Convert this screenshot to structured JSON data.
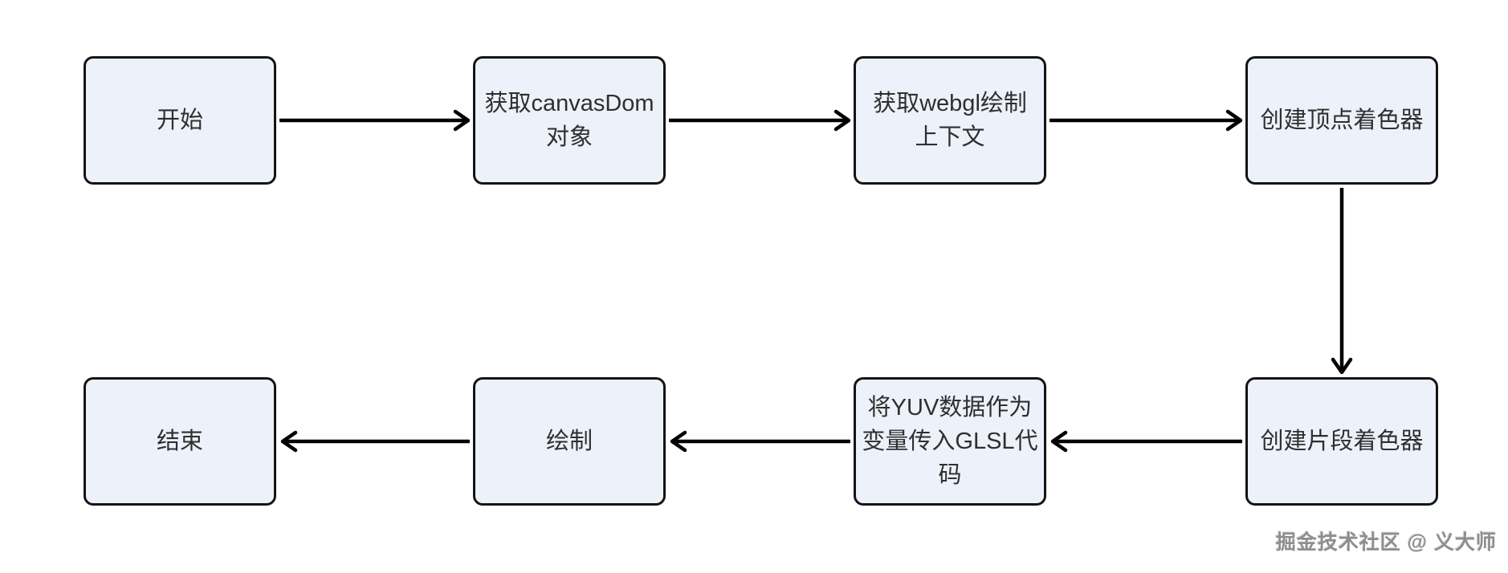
{
  "diagram": {
    "type": "flowchart",
    "nodes": [
      {
        "id": "start",
        "label": "开始"
      },
      {
        "id": "get-canvas-dom",
        "label": "获取canvasDom\n对象"
      },
      {
        "id": "get-webgl-context",
        "label": "获取webgl绘制\n上下文"
      },
      {
        "id": "create-vertex-shader",
        "label": "创建顶点着色器"
      },
      {
        "id": "create-fragment-shader",
        "label": "创建片段着色器"
      },
      {
        "id": "pass-yuv-to-glsl",
        "label": "将YUV数据作为\n变量传入GLSL代\n码"
      },
      {
        "id": "draw",
        "label": "绘制"
      },
      {
        "id": "end",
        "label": "结束"
      }
    ],
    "edges": [
      {
        "from": "start",
        "to": "get-canvas-dom",
        "direction": "right"
      },
      {
        "from": "get-canvas-dom",
        "to": "get-webgl-context",
        "direction": "right"
      },
      {
        "from": "get-webgl-context",
        "to": "create-vertex-shader",
        "direction": "right"
      },
      {
        "from": "create-vertex-shader",
        "to": "create-fragment-shader",
        "direction": "down"
      },
      {
        "from": "create-fragment-shader",
        "to": "pass-yuv-to-glsl",
        "direction": "left"
      },
      {
        "from": "pass-yuv-to-glsl",
        "to": "draw",
        "direction": "left"
      },
      {
        "from": "draw",
        "to": "end",
        "direction": "left"
      }
    ],
    "colors": {
      "node_fill": "#edf1f9",
      "node_border": "#141414",
      "arrow": "#000000",
      "text": "#2f2f2f",
      "background": "#ffffff",
      "watermark": "#8e8e8e"
    }
  },
  "watermark": {
    "text": "掘金技术社区 @ 义大师"
  }
}
